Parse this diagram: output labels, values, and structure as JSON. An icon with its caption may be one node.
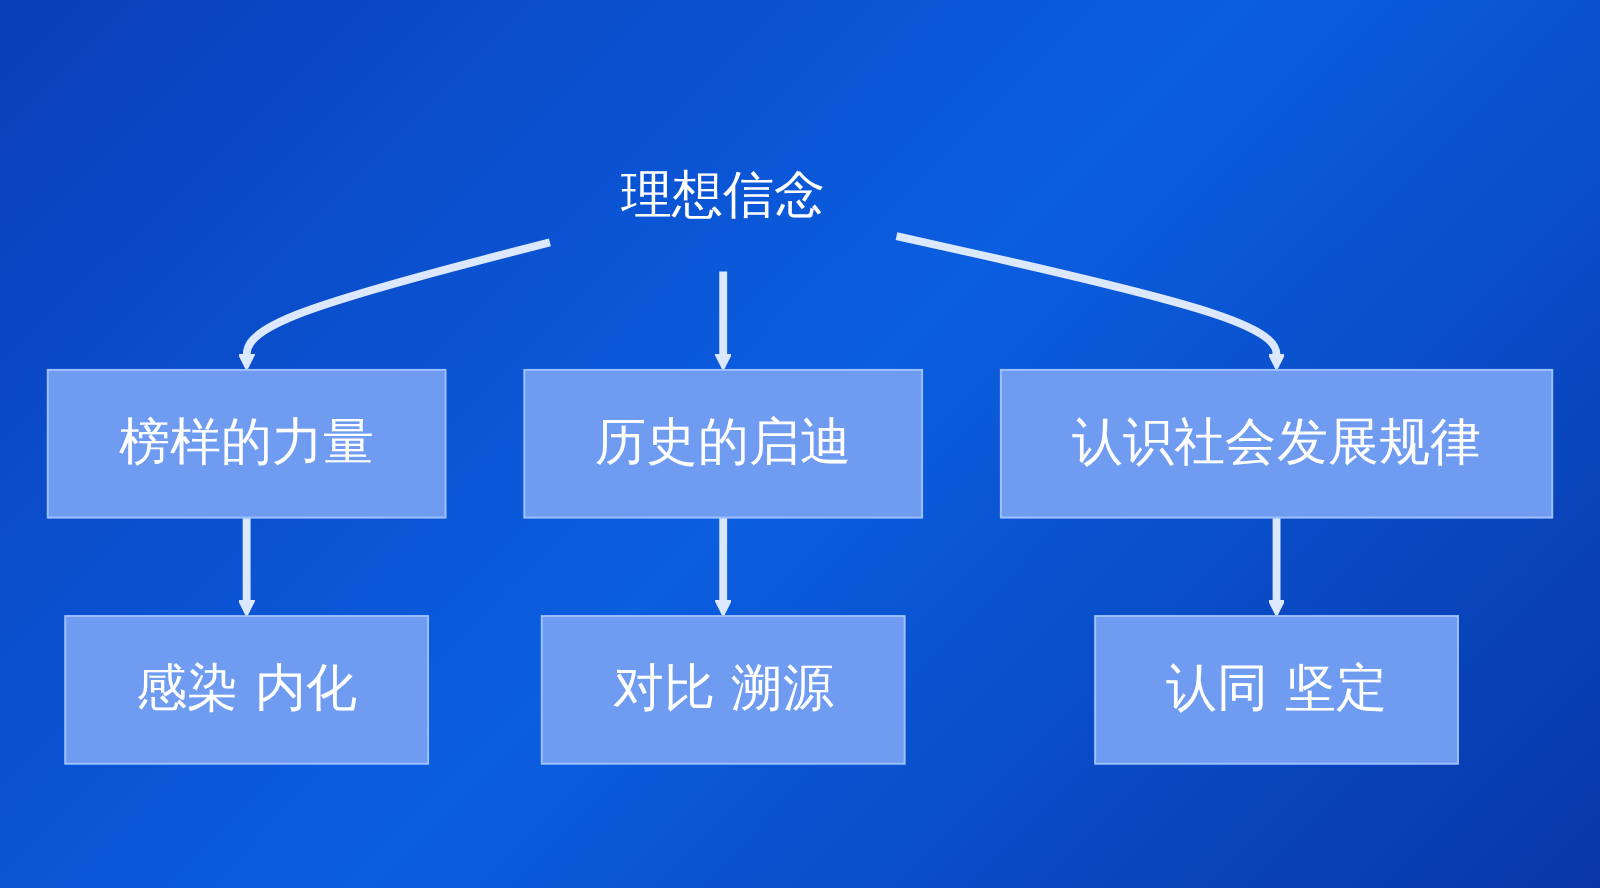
{
  "diagram": {
    "nodes": [
      {
        "text": [
          "理想信念"
        ]
      },
      {
        "text": [
          "榜样的力量"
        ]
      },
      {
        "text": [
          "历史的启迪"
        ]
      },
      {
        "text": [
          "认识社会发展规律"
        ]
      },
      {
        "text": [
          "感染 内化"
        ]
      },
      {
        "text": [
          "对比 溯源"
        ]
      },
      {
        "text": [
          "认同 坚定"
        ]
      }
    ],
    "edges": [
      {
        "from": 0,
        "to": 1,
        "arrow": "to"
      },
      {
        "from": 0,
        "to": 2,
        "arrow": "to"
      },
      {
        "from": 0,
        "to": 3,
        "arrow": "to"
      },
      {
        "from": 1,
        "to": 4,
        "arrow": "to"
      },
      {
        "from": 2,
        "to": 5,
        "arrow": "to"
      },
      {
        "from": 3,
        "to": 6,
        "arrow": "to"
      }
    ]
  }
}
